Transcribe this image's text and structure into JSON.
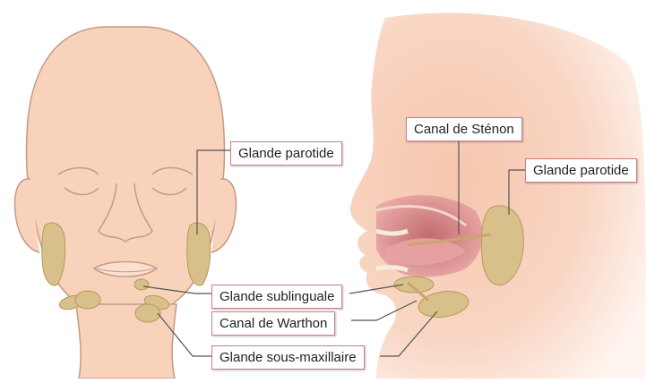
{
  "labels": {
    "front_parotid": "Glande parotide",
    "stenon_canal": "Canal de Sténon",
    "side_parotid": "Glande parotide",
    "sublingual": "Glande sublinguale",
    "warthon_canal": "Canal de Warthon",
    "submaxillary": "Glande sous-maxillaire"
  },
  "colors": {
    "skin": "#f9d2bc",
    "skin_outline": "#c49a86",
    "gland": "#d8c08a",
    "gland_outline": "#b7995a",
    "label_border": "#c97f84",
    "leader_line": "#555555",
    "mouth_interior": "#d98a8f"
  }
}
